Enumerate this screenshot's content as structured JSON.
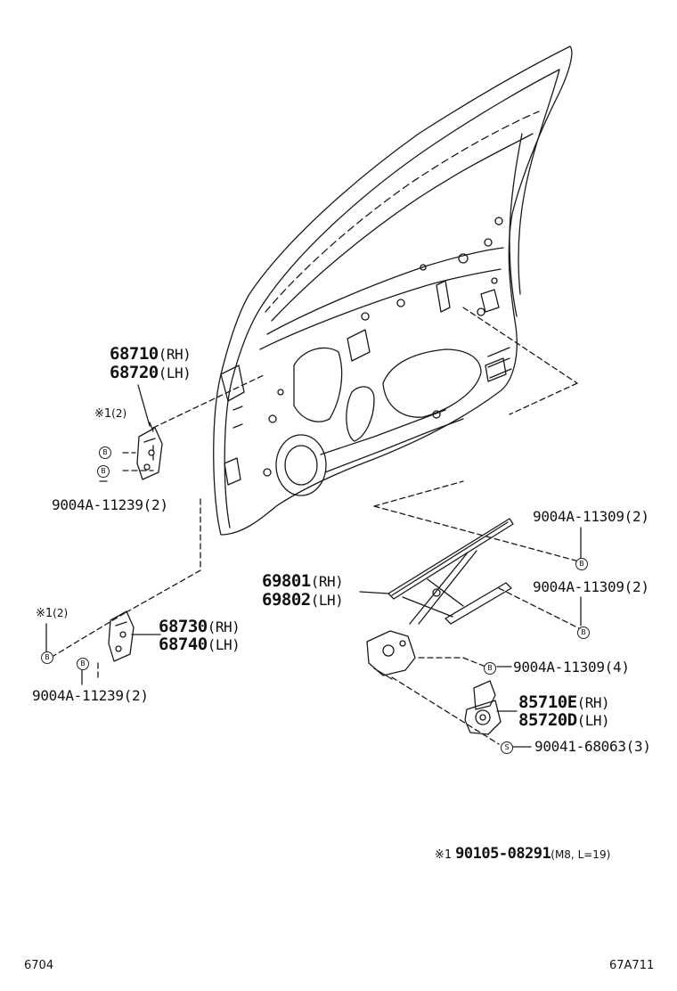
{
  "drawing": {
    "left_corner_code": "6704",
    "right_corner_code": "67A711"
  },
  "tags": {
    "bolt": "B",
    "screw": "S"
  },
  "parts": {
    "hinge_upper": {
      "rh": "68710",
      "rh_side": "(RH)",
      "lh": "68720",
      "lh_side": "(LH)"
    },
    "hinge_lower": {
      "rh": "68730",
      "rh_side": "(RH)",
      "lh": "68740",
      "lh_side": "(LH)"
    },
    "regulator": {
      "rh": "69801",
      "rh_side": "(RH)",
      "lh": "69802",
      "lh_side": "(LH)"
    },
    "motor": {
      "rh": "85710E",
      "rh_side": "(RH)",
      "lh": "85720D",
      "lh_side": "(LH)"
    }
  },
  "bolts": {
    "upper_hinge_note_mark": "※1",
    "upper_hinge_note_qty": "(2)",
    "upper_hinge_bolt": "9004A-11239(2)",
    "lower_hinge_note_mark": "※1",
    "lower_hinge_note_qty": "(2)",
    "lower_hinge_bolt": "9004A-11239(2)",
    "regulator_bolt_top": "9004A-11309(2)",
    "regulator_bolt_mid": "9004A-11309(2)",
    "regulator_bolt_bottom": "9004A-11309(4)",
    "motor_screw": "90041-68063(3)"
  },
  "footnote": {
    "mark": "※1",
    "part": "90105-08291",
    "spec": "(M8, L=19)"
  }
}
